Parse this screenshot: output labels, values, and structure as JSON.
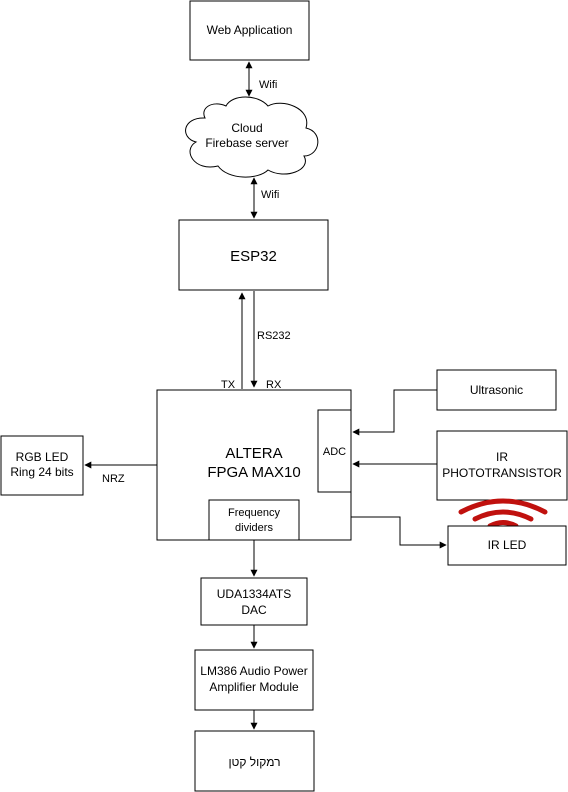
{
  "diagram": {
    "web_app": "Web Application",
    "wifi_top": "Wifi",
    "cloud_line1": "Cloud",
    "cloud_line2": "Firebase server",
    "wifi_bottom": "Wifi",
    "esp32": "ESP32",
    "rs232": "RS232",
    "tx": "TX",
    "rx": "RX",
    "fpga_line1": "ALTERA",
    "fpga_line2": "FPGA MAX10",
    "adc": "ADC",
    "freq_line1": "Frequency",
    "freq_line2": "dividers",
    "rgb_line1": "RGB LED",
    "rgb_line2": "Ring 24 bits",
    "nrz": "NRZ",
    "ultrasonic": "Ultrasonic",
    "ir_photo_line1": "IR",
    "ir_photo_line2": "PHOTOTRANSISTOR",
    "ir_led": "IR LED",
    "dac_line1": "UDA1334ATS",
    "dac_line2": "DAC",
    "amp_line1": "LM386 Audio Power",
    "amp_line2": "Amplifier Module",
    "speaker": "רמקול קטן",
    "ir_signal_color": "#c0110e"
  }
}
